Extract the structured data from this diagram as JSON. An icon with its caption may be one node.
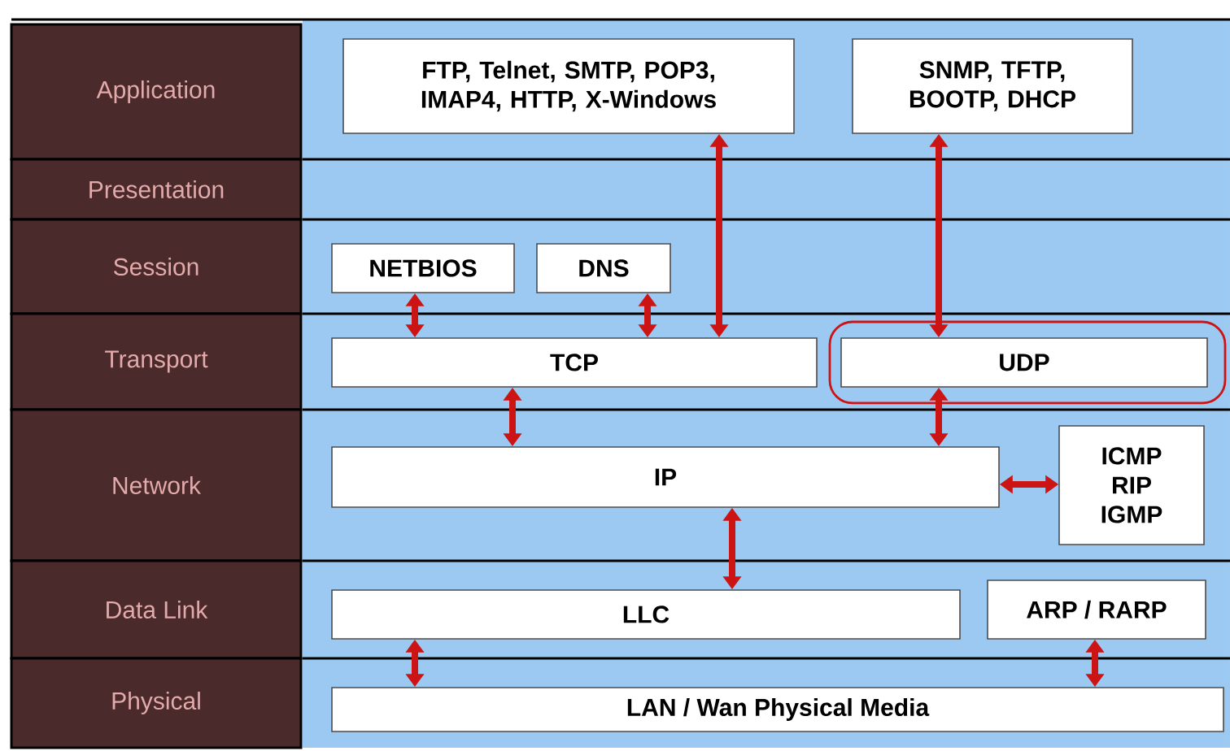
{
  "diagram": {
    "nodes": [
      {
        "text": [
          "Application"
        ]
      },
      {
        "text": [
          "FTP, Telnet, SMTP, POP3, IMAP4, HTTP, X-Windows"
        ]
      },
      {
        "text": [
          "SNMP, TFTP, BOOTP, DHCP"
        ]
      },
      {
        "text": [
          "Presentation"
        ]
      },
      {
        "text": [
          "Session"
        ]
      },
      {
        "text": [
          "NETBIOS"
        ]
      },
      {
        "text": [
          "DNS"
        ]
      },
      {
        "text": [
          "Transport"
        ]
      },
      {
        "text": [
          "TCP"
        ]
      },
      {
        "text": [
          "UDP"
        ]
      },
      {
        "text": [
          "Network"
        ]
      },
      {
        "text": [
          "IP"
        ]
      },
      {
        "text": [
          "ICMP RIP IGMP"
        ]
      },
      {
        "text": [
          "Data Link"
        ]
      },
      {
        "text": [
          "LLC"
        ]
      },
      {
        "text": [
          "ARP / RARP"
        ]
      },
      {
        "text": [
          "Physical"
        ]
      },
      {
        "text": [
          "LAN / Wan Physical Media"
        ]
      }
    ],
    "edges": [
      {
        "from": 5,
        "to": 8,
        "arrow": "both"
      },
      {
        "from": 6,
        "to": 8,
        "arrow": "both"
      },
      {
        "from": 1,
        "to": 8,
        "arrow": "both"
      },
      {
        "from": 2,
        "to": 9,
        "arrow": "both"
      },
      {
        "from": 8,
        "to": 11,
        "arrow": "both"
      },
      {
        "from": 9,
        "to": 11,
        "arrow": "both"
      },
      {
        "from": 11,
        "to": 12,
        "arrow": "both"
      },
      {
        "from": 11,
        "to": 14,
        "arrow": "both"
      },
      {
        "from": 14,
        "to": 17,
        "arrow": "both"
      },
      {
        "from": 15,
        "to": 17,
        "arrow": "both"
      }
    ]
  }
}
